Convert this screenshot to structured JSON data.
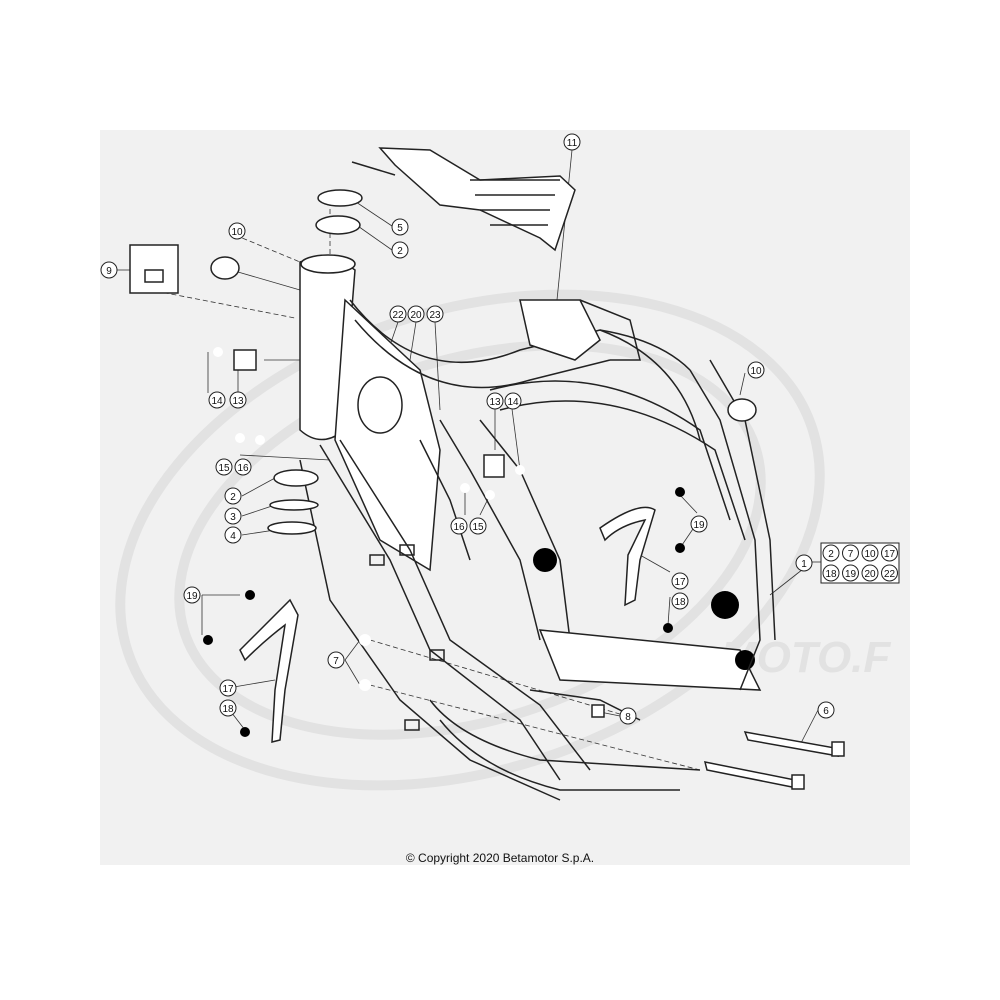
{
  "copyright": "© Copyright 2020 Betamotor S.p.A.",
  "watermark": "MOTO.F",
  "callouts": {
    "c11": "11",
    "c5": "5",
    "c2a": "2",
    "c10a": "10",
    "c9": "9",
    "c22": "22",
    "c20": "20",
    "c23": "23",
    "c10b": "10",
    "c14a": "14",
    "c13a": "13",
    "c13b": "13",
    "c14b": "14",
    "c15a": "15",
    "c16a": "16",
    "c2b": "2",
    "c3": "3",
    "c4": "4",
    "c16b": "16",
    "c15b": "15",
    "c19a": "19",
    "c1": "1",
    "c17a": "17",
    "c18a": "18",
    "c19b": "19",
    "c7": "7",
    "c17b": "17",
    "c18b": "18",
    "c8": "8",
    "c6": "6"
  },
  "kit_items": [
    "2",
    "7",
    "10",
    "17",
    "18",
    "19",
    "20",
    "22"
  ],
  "colors": {
    "line": "#222222",
    "panel": "#f1f1f1",
    "watermark": "#e2e2e2"
  }
}
